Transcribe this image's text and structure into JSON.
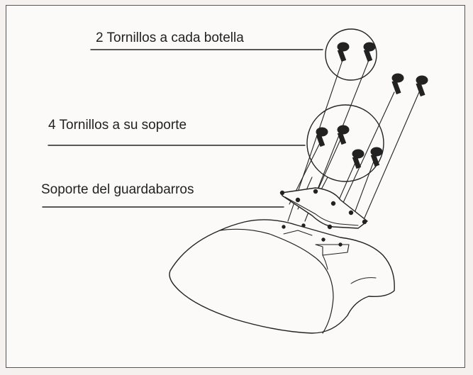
{
  "diagram": {
    "callouts": {
      "bottles": "2 Tornillos a cada botella",
      "support_screws": "4 Tornillos a su soporte",
      "fender_bracket": "Soporte del guardabarros"
    }
  }
}
